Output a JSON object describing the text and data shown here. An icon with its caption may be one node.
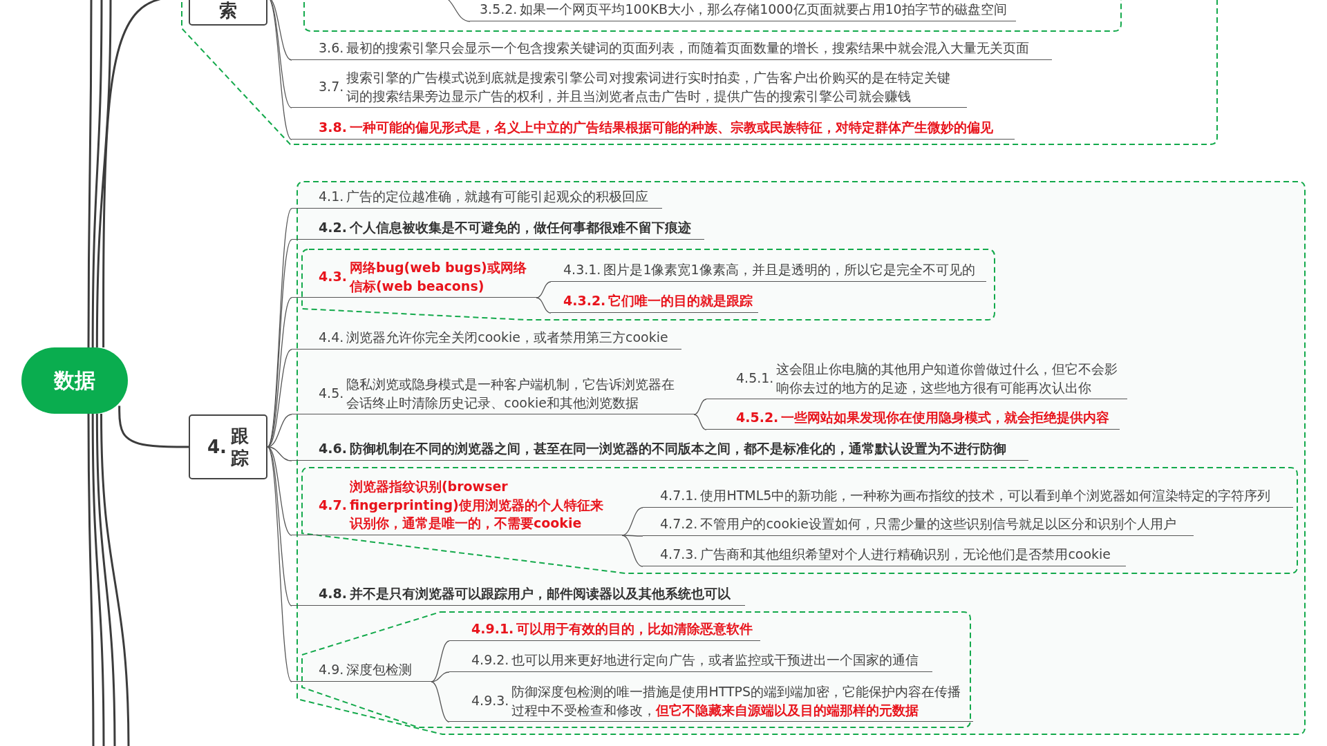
{
  "diagram": {
    "nodes": [
      {
        "text": [
          "数据"
        ]
      },
      {
        "text": [
          "索"
        ]
      },
      {
        "text": [
          "3.5.2.",
          "如果一个网页平均100KB大小，那么存储1000亿页面就要占用10拍字节的磁盘空间"
        ]
      },
      {
        "text": [
          "3.6.",
          "最初的搜索引擎只会显示一个包含搜索关键词的页面列表，而随着页面数量的增长，搜索结果中就会混入大量无关页面"
        ]
      },
      {
        "text": [
          "3.7.",
          "搜索引擎的广告模式说到底就是搜索引擎公司对搜索词进行实时拍卖，广告客户出价购买的是在特定关键词的搜索结果旁边显示广告的权利，并且当浏览者点击广告时，提供广告的搜索引擎公司就会赚钱"
        ]
      },
      {
        "text": [
          "3.8.",
          "一种可能的偏见形式是，名义上中立的广告结果根据可能的种族、宗教或民族特征，对特定群体产生微妙的偏见"
        ]
      },
      {
        "text": [
          "4.",
          "跟踪"
        ]
      },
      {
        "text": [
          "4.1.",
          "广告的定位越准确，就越有可能引起观众的积极回应"
        ]
      },
      {
        "text": [
          "4.2.",
          "个人信息被收集是不可避免的，做任何事都很难不留下痕迹"
        ]
      },
      {
        "text": [
          "4.3.",
          "网络bug(web bugs)或网络信标(web beacons)"
        ]
      },
      {
        "text": [
          "4.3.1.",
          "图片是1像素宽1像素高，并且是透明的，所以它是完全不可见的"
        ]
      },
      {
        "text": [
          "4.3.2.",
          "它们唯一的目的就是跟踪"
        ]
      },
      {
        "text": [
          "4.4.",
          "浏览器允许你完全关闭cookie，或者禁用第三方cookie"
        ]
      },
      {
        "text": [
          "4.5.",
          "隐私浏览或隐身模式是一种客户端机制，它告诉浏览器在会话终止时清除历史记录、cookie和其他浏览数据"
        ]
      },
      {
        "text": [
          "4.5.1.",
          "这会阻止你电脑的其他用户知道你曾做过什么，但它不会影响你去过的地方的足迹，这些地方很有可能再次认出你"
        ]
      },
      {
        "text": [
          "4.5.2.",
          "一些网站如果发现你在使用隐身模式，就会拒绝提供内容"
        ]
      },
      {
        "text": [
          "4.6.",
          "防御机制在不同的浏览器之间，甚至在同一浏览器的不同版本之间，都不是标准化的，通常默认设置为不进行防御"
        ]
      },
      {
        "text": [
          "4.7.",
          "浏览器指纹识别(browser fingerprinting)使用浏览器的个人特征来识别你，通常是唯一的，不需要cookie"
        ]
      },
      {
        "text": [
          "4.7.1.",
          "使用HTML5中的新功能，一种称为画布指纹的技术，可以看到单个浏览器如何渲染特定的字符序列"
        ]
      },
      {
        "text": [
          "4.7.2.",
          "不管用户的cookie设置如何，只需少量的这些识别信号就足以区分和识别个人用户"
        ]
      },
      {
        "text": [
          "4.7.3.",
          "广告商和其他组织希望对个人进行精确识别，无论他们是否禁用cookie"
        ]
      },
      {
        "text": [
          "4.8.",
          "并不是只有浏览器可以跟踪用户，邮件阅读器以及其他系统也可以"
        ]
      },
      {
        "text": [
          "4.9.",
          "深度包检测"
        ]
      },
      {
        "text": [
          "4.9.1.",
          "可以用于有效的目的，比如清除恶意软件"
        ]
      },
      {
        "text": [
          "4.9.2.",
          "也可以用来更好地进行定向广告，或者监控或干预进出一个国家的通信"
        ]
      },
      {
        "text": [
          "4.9.3.",
          "防御深度包检测的唯一措施是使用HTTPS的端到端加密，它能保护内容在传播过程中不受检查和修改，**但它不隐藏来自源端以及目的端那样的元数据**"
        ]
      }
    ],
    "edges": [
      {
        "from": 0,
        "to": 1,
        "arrow": "none"
      },
      {
        "from": 0,
        "to": 6,
        "arrow": "none"
      },
      {
        "from": 0,
        "to": null,
        "arrow": "none"
      },
      {
        "from": 0,
        "to": null,
        "arrow": "none"
      },
      {
        "from": 0,
        "to": null,
        "arrow": "none"
      },
      {
        "from": 0,
        "to": null,
        "arrow": "none"
      },
      {
        "from": 0,
        "to": null,
        "arrow": "none"
      },
      {
        "from": 0,
        "to": null,
        "arrow": "none"
      },
      {
        "from": 0,
        "to": null,
        "arrow": "none"
      },
      {
        "from": null,
        "to": 2,
        "arrow": "none"
      },
      {
        "from": 1,
        "to": 3,
        "arrow": "none"
      },
      {
        "from": 1,
        "to": 4,
        "arrow": "none"
      },
      {
        "from": 1,
        "to": 5,
        "arrow": "none"
      },
      {
        "from": 6,
        "to": 7,
        "arrow": "none"
      },
      {
        "from": 6,
        "to": 8,
        "arrow": "none"
      },
      {
        "from": 6,
        "to": 9,
        "arrow": "none"
      },
      {
        "from": 6,
        "to": 12,
        "arrow": "none"
      },
      {
        "from": 6,
        "to": 13,
        "arrow": "none"
      },
      {
        "from": 6,
        "to": 16,
        "arrow": "none"
      },
      {
        "from": 6,
        "to": 17,
        "arrow": "none"
      },
      {
        "from": 6,
        "to": 21,
        "arrow": "none"
      },
      {
        "from": 6,
        "to": 22,
        "arrow": "none"
      },
      {
        "from": 9,
        "to": 10,
        "arrow": "none"
      },
      {
        "from": 9,
        "to": 11,
        "arrow": "none"
      },
      {
        "from": 13,
        "to": 14,
        "arrow": "none"
      },
      {
        "from": 13,
        "to": 15,
        "arrow": "none"
      },
      {
        "from": 17,
        "to": 18,
        "arrow": "none"
      },
      {
        "from": 17,
        "to": 19,
        "arrow": "none"
      },
      {
        "from": 17,
        "to": 20,
        "arrow": "none"
      },
      {
        "from": 22,
        "to": 23,
        "arrow": "none"
      },
      {
        "from": 22,
        "to": 24,
        "arrow": "none"
      },
      {
        "from": 22,
        "to": 25,
        "arrow": "none"
      }
    ]
  }
}
